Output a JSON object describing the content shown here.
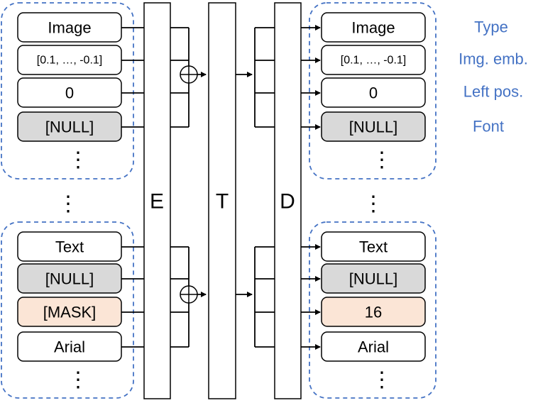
{
  "input_groups": [
    {
      "rows": [
        {
          "label": "Image",
          "style": "plain"
        },
        {
          "label": "[0.1, …, -0.1]",
          "style": "small"
        },
        {
          "label": "0",
          "style": "plain"
        },
        {
          "label": "[NULL]",
          "style": "null"
        }
      ]
    },
    {
      "rows": [
        {
          "label": "Text",
          "style": "plain"
        },
        {
          "label": "[NULL]",
          "style": "null"
        },
        {
          "label": "[MASK]",
          "style": "mask"
        },
        {
          "label": "Arial",
          "style": "plain"
        }
      ]
    }
  ],
  "output_groups": [
    {
      "rows": [
        {
          "label": "Image",
          "style": "plain"
        },
        {
          "label": "[0.1, …, -0.1]",
          "style": "small"
        },
        {
          "label": "0",
          "style": "plain"
        },
        {
          "label": "[NULL]",
          "style": "null"
        }
      ]
    },
    {
      "rows": [
        {
          "label": "Text",
          "style": "plain"
        },
        {
          "label": "[NULL]",
          "style": "null"
        },
        {
          "label": "16",
          "style": "mask"
        },
        {
          "label": "Arial",
          "style": "plain"
        }
      ]
    }
  ],
  "blocks": {
    "encoder": "E",
    "transformer": "T",
    "decoder": "D"
  },
  "legend": [
    "Type",
    "Img. emb.",
    "Left pos.",
    "Font"
  ],
  "ellipsis": "⋮",
  "combine_symbol": "⊕",
  "colors": {
    "group_border": "#4472c4",
    "null_fill": "#d9d9d9",
    "mask_fill": "#fbe5d6",
    "box_fill": "#ffffff",
    "legend": "#4472c4"
  }
}
